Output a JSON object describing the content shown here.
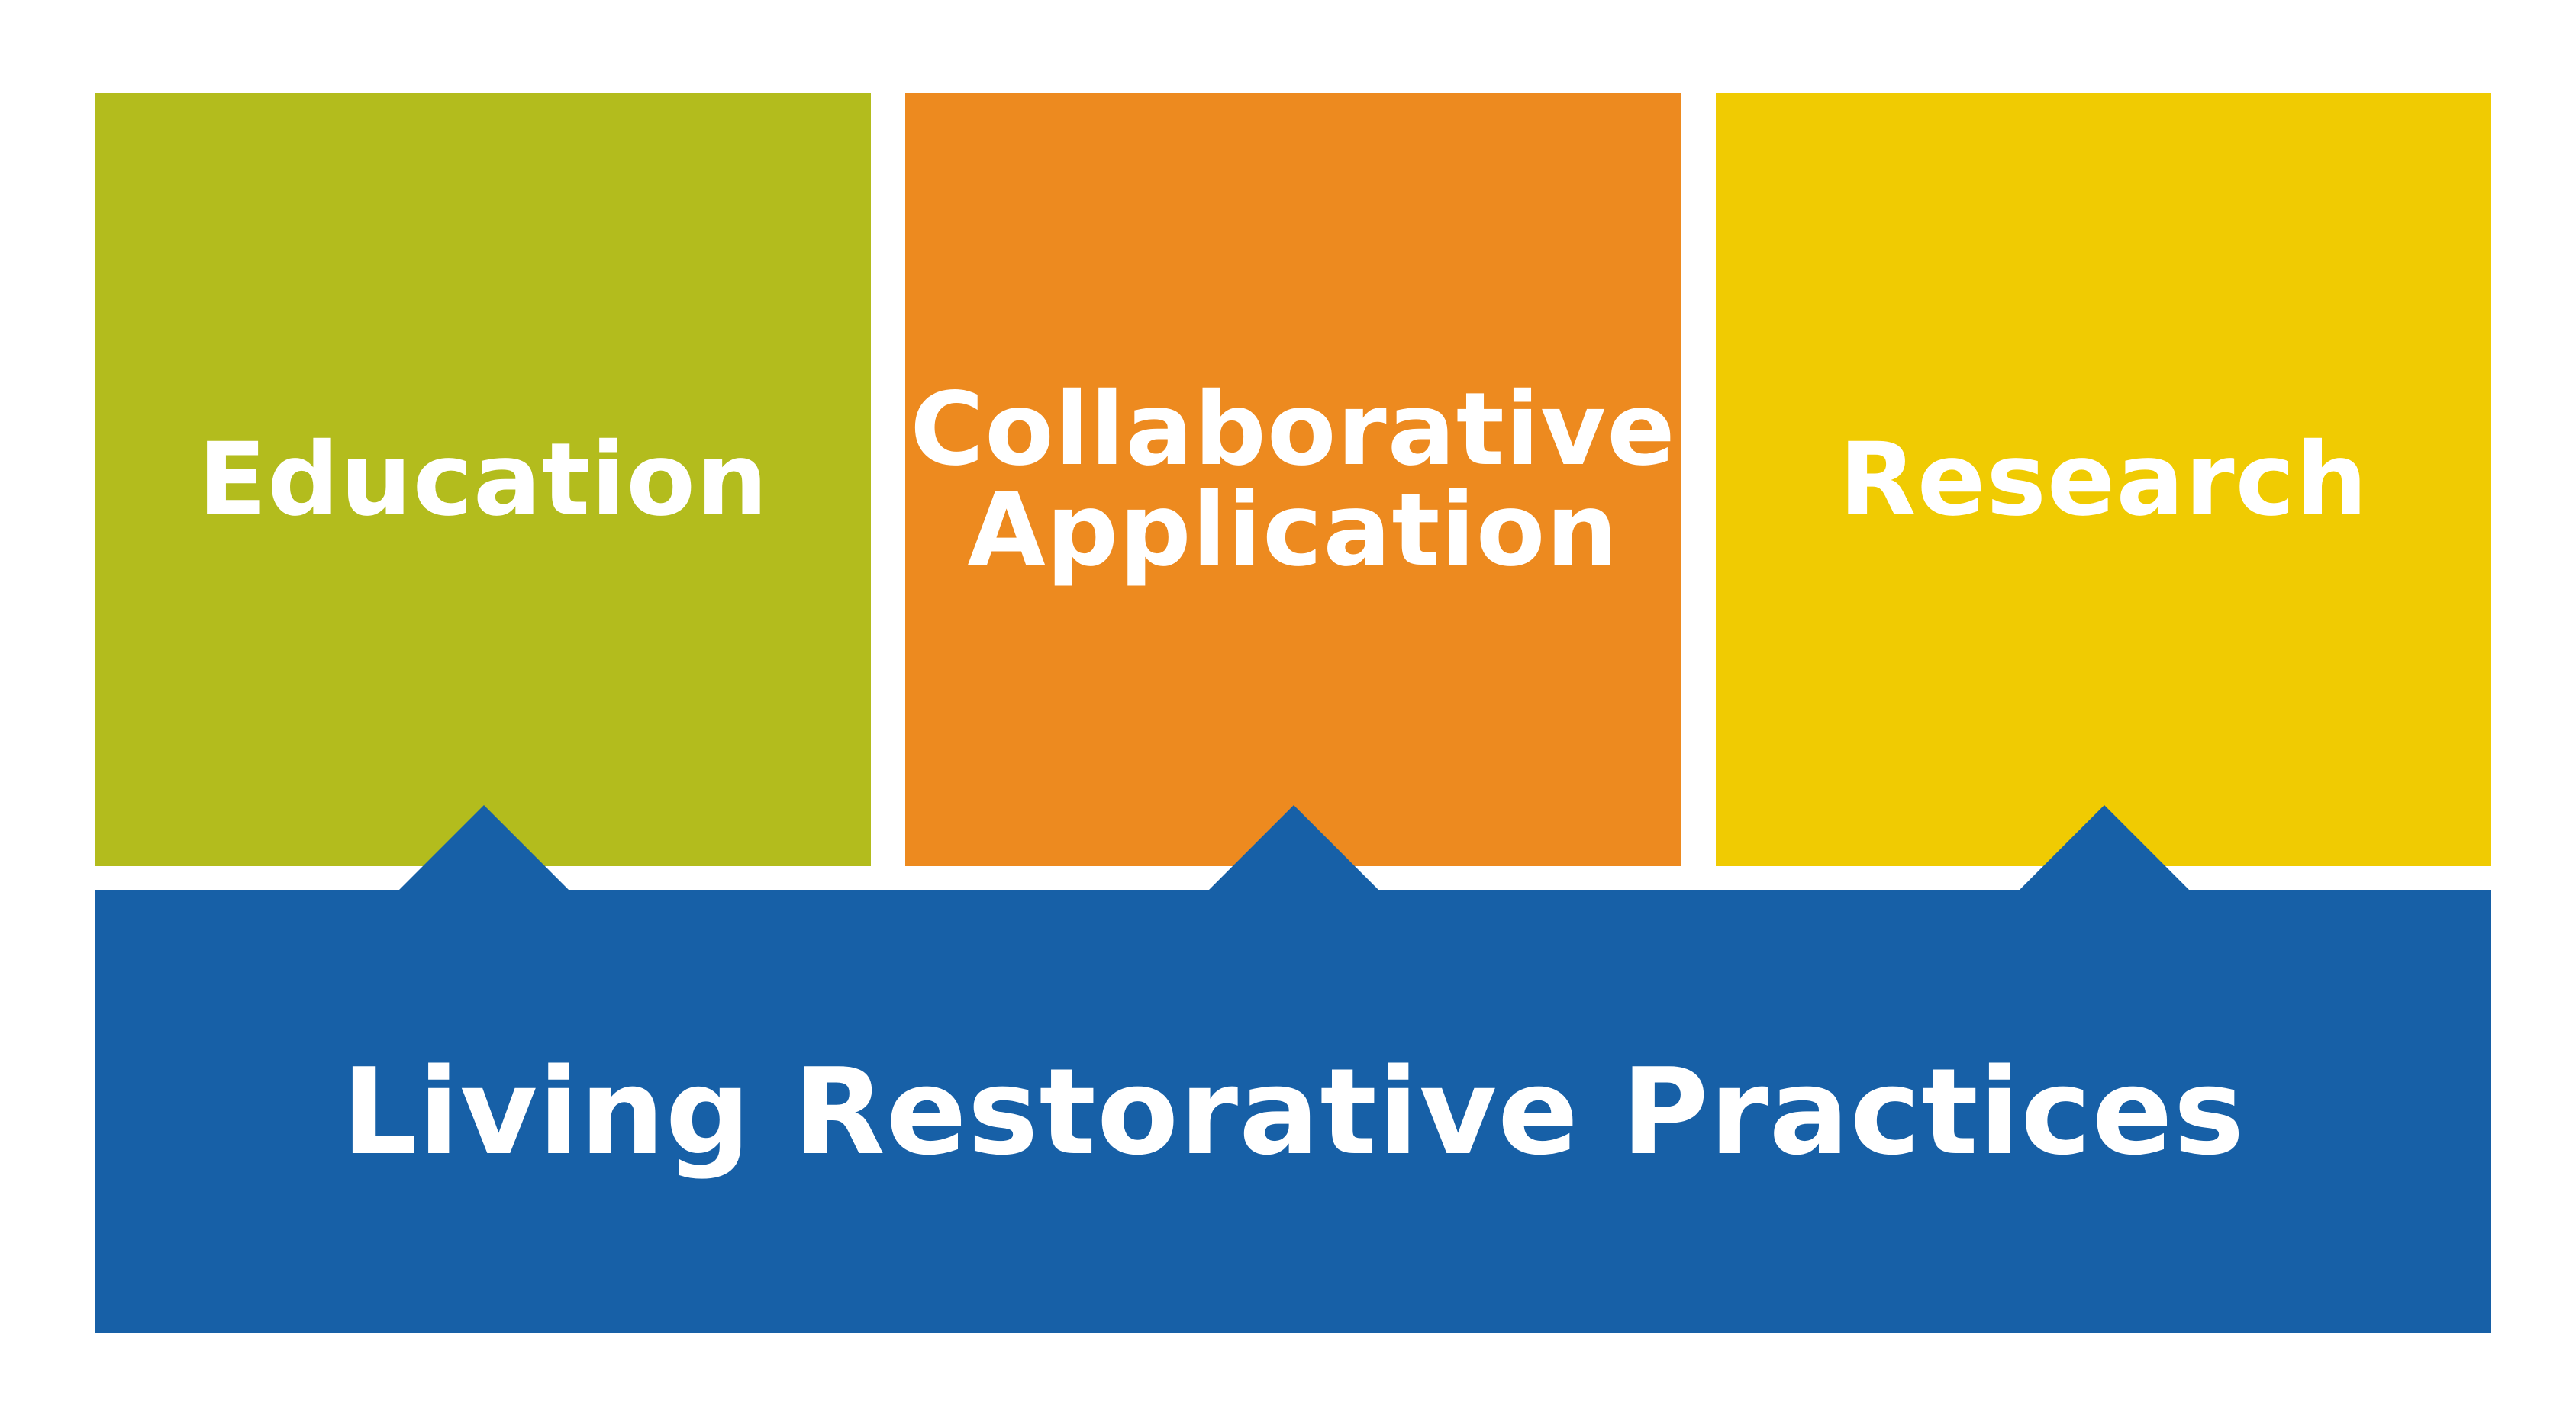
{
  "pillars": [
    {
      "label": "Education",
      "color": "#B3BC1D"
    },
    {
      "label_line1": "Collaborative",
      "label_line2": "Application",
      "color": "#ED8A1F"
    },
    {
      "label": "Research",
      "color": "#F0CB02"
    }
  ],
  "base": {
    "label": "Living Restorative Practices",
    "color": "#1760A7"
  },
  "background": "#FFFFFF"
}
